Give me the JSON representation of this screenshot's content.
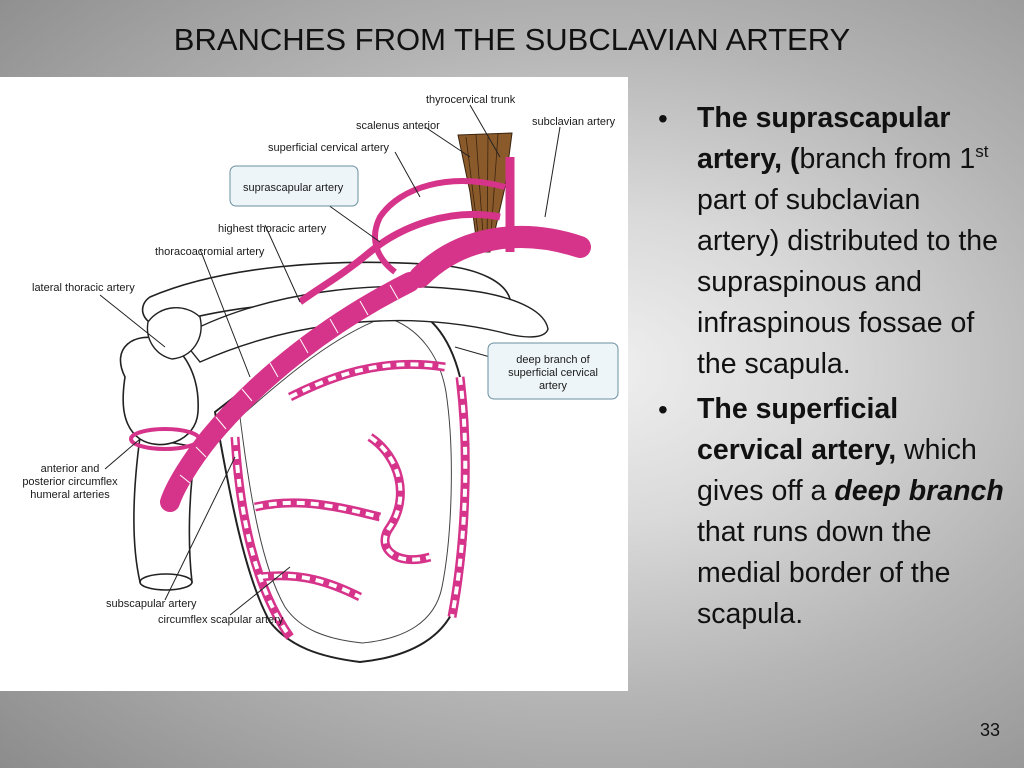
{
  "slide": {
    "title": "BRANCHES FROM THE SUBCLAVIAN ARTERY",
    "page_number": "33"
  },
  "figure": {
    "labels": {
      "thyrocervical_trunk": "thyrocervical trunk",
      "scalenus_anterior": "scalenus anterior",
      "subclavian_artery": "subclavian artery",
      "superficial_cervical_artery": "superficial cervical artery",
      "suprascapular_artery": "suprascapular artery",
      "highest_thoracic_artery": "highest thoracic artery",
      "thoracoacromial_artery": "thoracoacromial artery",
      "lateral_thoracic_artery": "lateral thoracic artery",
      "deep_branch_line1": "deep branch of",
      "deep_branch_line2": "superficial cervical",
      "deep_branch_line3": "artery",
      "circumflex_humeral_line1": "anterior and",
      "circumflex_humeral_line2": "posterior circumflex",
      "circumflex_humeral_line3": "humeral arteries",
      "subscapular_artery": "subscapular artery",
      "circumflex_scapular_artery": "circumflex scapular artery"
    },
    "colors": {
      "artery": "#d6338a",
      "vessel_outline": "#333333",
      "muscle": "#8b5a2b",
      "label_box": "#eef5f8"
    }
  },
  "bullets": [
    {
      "bold": "The suprascapular artery, (",
      "text1": "branch from 1",
      "sup": "st",
      "text2": " part of subclavian artery) distributed to the supraspinous and infraspinous fossae of the scapula."
    },
    {
      "bold": "The superficial cervical artery,",
      "text1": " which gives off a ",
      "bold_italic": "deep branch",
      "text2": " that runs down the medial border of the scapula."
    }
  ]
}
